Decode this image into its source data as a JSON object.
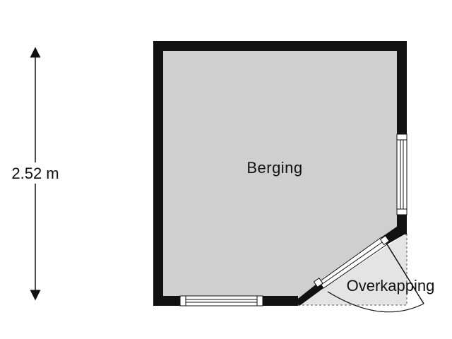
{
  "floorplan": {
    "dimension_label": "2.52 m",
    "rooms": [
      {
        "label": "Berging"
      }
    ],
    "outdoor_areas": [
      {
        "label": "Overkapping"
      }
    ]
  },
  "colors": {
    "floor_fill": "#cfcfcf",
    "wall": "#111111",
    "canopy_fill": "#e4e4e4",
    "background": "#ffffff"
  }
}
